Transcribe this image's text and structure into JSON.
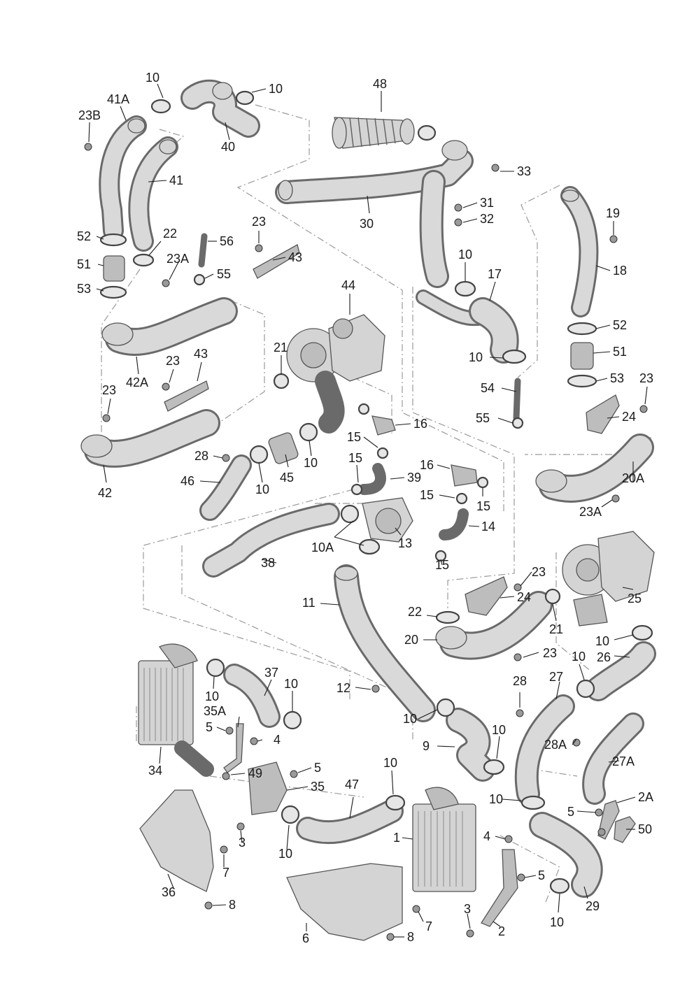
{
  "diagram": {
    "callouts": [
      {
        "id": "c1",
        "text": "10"
      },
      {
        "id": "c2",
        "text": "10"
      },
      {
        "id": "c3",
        "text": "41A"
      },
      {
        "id": "c4",
        "text": "23B"
      },
      {
        "id": "c5",
        "text": "40"
      },
      {
        "id": "c6",
        "text": "41"
      },
      {
        "id": "c7",
        "text": "48"
      },
      {
        "id": "c8",
        "text": "33"
      },
      {
        "id": "c9",
        "text": "31"
      },
      {
        "id": "c10",
        "text": "32"
      },
      {
        "id": "c11",
        "text": "30"
      },
      {
        "id": "c12",
        "text": "19"
      },
      {
        "id": "c13",
        "text": "18"
      },
      {
        "id": "c14",
        "text": "52"
      },
      {
        "id": "c15",
        "text": "22"
      },
      {
        "id": "c16",
        "text": "56"
      },
      {
        "id": "c17",
        "text": "23"
      },
      {
        "id": "c18",
        "text": "51"
      },
      {
        "id": "c19",
        "text": "23A"
      },
      {
        "id": "c20",
        "text": "43"
      },
      {
        "id": "c21",
        "text": "55"
      },
      {
        "id": "c22",
        "text": "53"
      },
      {
        "id": "c23",
        "text": "10"
      },
      {
        "id": "c24",
        "text": "17"
      },
      {
        "id": "c25",
        "text": "44"
      },
      {
        "id": "c26",
        "text": "52"
      },
      {
        "id": "c27",
        "text": "51"
      },
      {
        "id": "c28",
        "text": "10"
      },
      {
        "id": "c29",
        "text": "21"
      },
      {
        "id": "c30",
        "text": "23"
      },
      {
        "id": "c31",
        "text": "43"
      },
      {
        "id": "c32",
        "text": "42A"
      },
      {
        "id": "c33",
        "text": "53"
      },
      {
        "id": "c34",
        "text": "23"
      },
      {
        "id": "c35",
        "text": "54"
      },
      {
        "id": "c36",
        "text": "23"
      },
      {
        "id": "c37",
        "text": "55"
      },
      {
        "id": "c38",
        "text": "24"
      },
      {
        "id": "c39",
        "text": "16"
      },
      {
        "id": "c40",
        "text": "15"
      },
      {
        "id": "c41",
        "text": "28"
      },
      {
        "id": "c42",
        "text": "42"
      },
      {
        "id": "c43",
        "text": "46"
      },
      {
        "id": "c44",
        "text": "10"
      },
      {
        "id": "c45",
        "text": "45"
      },
      {
        "id": "c46",
        "text": "10"
      },
      {
        "id": "c47",
        "text": "15"
      },
      {
        "id": "c48",
        "text": "39"
      },
      {
        "id": "c49",
        "text": "16"
      },
      {
        "id": "c50",
        "text": "15"
      },
      {
        "id": "c51",
        "text": "15"
      },
      {
        "id": "c52",
        "text": "20A"
      },
      {
        "id": "c53",
        "text": "23A"
      },
      {
        "id": "c54",
        "text": "14"
      },
      {
        "id": "c55",
        "text": "10A"
      },
      {
        "id": "c56",
        "text": "13"
      },
      {
        "id": "c57",
        "text": "38"
      },
      {
        "id": "c58",
        "text": "15"
      },
      {
        "id": "c59",
        "text": "23"
      },
      {
        "id": "c60",
        "text": "24"
      },
      {
        "id": "c61",
        "text": "25"
      },
      {
        "id": "c62",
        "text": "11"
      },
      {
        "id": "c63",
        "text": "22"
      },
      {
        "id": "c64",
        "text": "21"
      },
      {
        "id": "c65",
        "text": "20"
      },
      {
        "id": "c66",
        "text": "23"
      },
      {
        "id": "c67",
        "text": "10"
      },
      {
        "id": "c68",
        "text": "10"
      },
      {
        "id": "c69",
        "text": "26"
      },
      {
        "id": "c70",
        "text": "37"
      },
      {
        "id": "c71",
        "text": "10"
      },
      {
        "id": "c72",
        "text": "27"
      },
      {
        "id": "c73",
        "text": "28"
      },
      {
        "id": "c74",
        "text": "10"
      },
      {
        "id": "c75",
        "text": "12"
      },
      {
        "id": "c76",
        "text": "35A"
      },
      {
        "id": "c77",
        "text": "10"
      },
      {
        "id": "c78",
        "text": "5"
      },
      {
        "id": "c79",
        "text": "4"
      },
      {
        "id": "c80",
        "text": "10"
      },
      {
        "id": "c81",
        "text": "9"
      },
      {
        "id": "c82",
        "text": "28A"
      },
      {
        "id": "c83",
        "text": "27A"
      },
      {
        "id": "c84",
        "text": "34"
      },
      {
        "id": "c85",
        "text": "49"
      },
      {
        "id": "c86",
        "text": "5"
      },
      {
        "id": "c87",
        "text": "10"
      },
      {
        "id": "c88",
        "text": "35"
      },
      {
        "id": "c89",
        "text": "47"
      },
      {
        "id": "c90",
        "text": "10"
      },
      {
        "id": "c91",
        "text": "2A"
      },
      {
        "id": "c92",
        "text": "5"
      },
      {
        "id": "c93",
        "text": "50"
      },
      {
        "id": "c94",
        "text": "3"
      },
      {
        "id": "c95",
        "text": "1"
      },
      {
        "id": "c96",
        "text": "4"
      },
      {
        "id": "c97",
        "text": "10"
      },
      {
        "id": "c98",
        "text": "7"
      },
      {
        "id": "c99",
        "text": "5"
      },
      {
        "id": "c100",
        "text": "36"
      },
      {
        "id": "c101",
        "text": "29"
      },
      {
        "id": "c102",
        "text": "8"
      },
      {
        "id": "c103",
        "text": "3"
      },
      {
        "id": "c104",
        "text": "10"
      },
      {
        "id": "c105",
        "text": "7"
      },
      {
        "id": "c106",
        "text": "2"
      },
      {
        "id": "c107",
        "text": "6"
      },
      {
        "id": "c108",
        "text": "8"
      }
    ]
  }
}
